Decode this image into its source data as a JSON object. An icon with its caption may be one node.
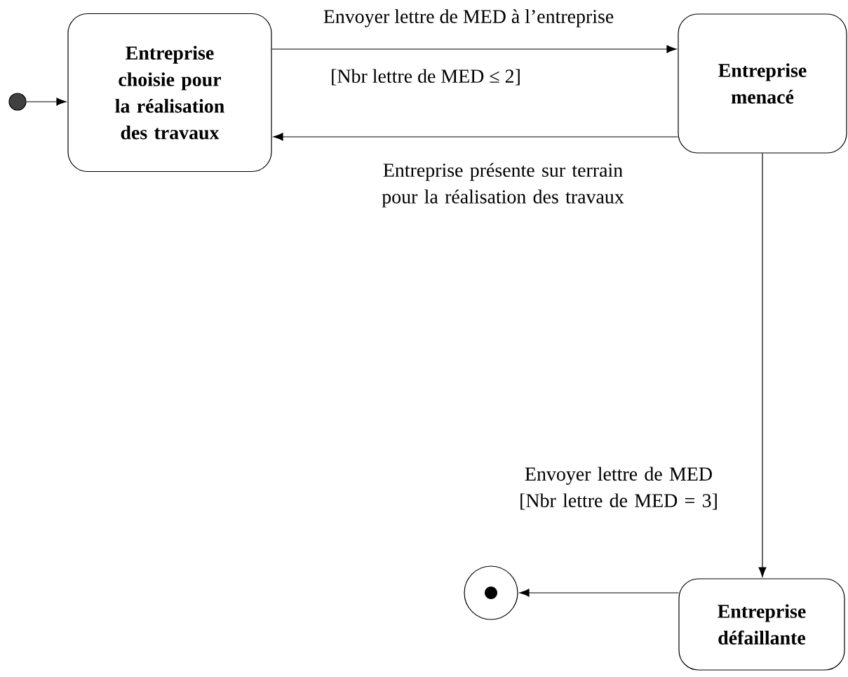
{
  "diagram": {
    "nodes": [
      {
        "text": [],
        "shape": "circle"
      },
      {
        "text": [
          "Entreprise choisie pour la réalisation des travaux"
        ]
      },
      {
        "text": [
          "Entreprise menacé"
        ]
      },
      {
        "text": [
          "Entreprise défaillante"
        ]
      },
      {
        "text": [],
        "shape": "circle"
      }
    ],
    "edges": [
      {
        "from": 0,
        "to": 1,
        "arrow": "to"
      },
      {
        "from": 1,
        "to": 2,
        "arrow": "to",
        "label": "Envoyer lettre de MED à l’entreprise"
      },
      {
        "from": 2,
        "to": 1,
        "arrow": "to",
        "label": "Entreprise présente sur terrain pour la réalisation des travaux"
      },
      {
        "from": 2,
        "to": 3,
        "arrow": "to",
        "label": "Envoyer lettre de MED [Nbr lettre de MED = 3]"
      },
      {
        "from": 3,
        "to": 4,
        "arrow": "to"
      }
    ],
    "labels": [
      "[Nbr lettre de MED ≤  2]"
    ]
  }
}
